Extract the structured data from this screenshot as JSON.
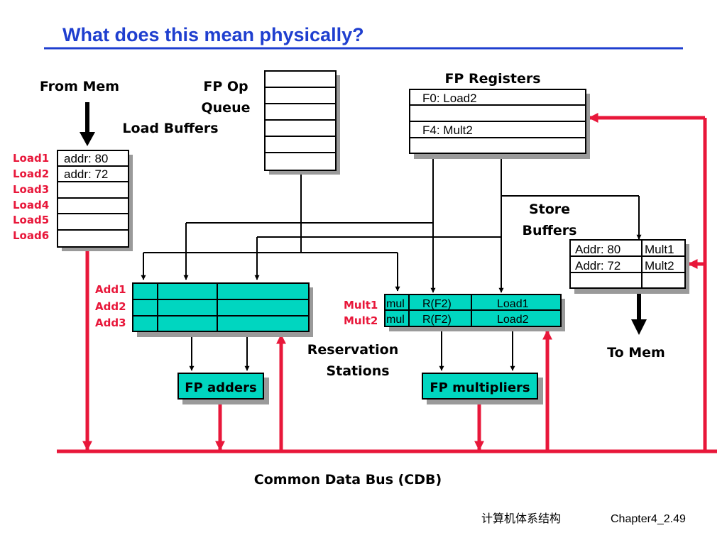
{
  "slide": {
    "title": "What does this mean physically?",
    "footer_course": "计算机体系结构",
    "footer_page": "Chapter4_2.49"
  },
  "labels": {
    "from_mem": "From Mem",
    "fp_op": "FP Op",
    "queue": "Queue",
    "load_buffers": "Load Buffers",
    "fp_registers": "FP Registers",
    "store": "Store",
    "buffers": "Buffers",
    "to_mem": "To Mem",
    "reservation": "Reservation",
    "stations": "Stations",
    "fp_adders": "FP adders",
    "fp_multipliers": "FP multipliers",
    "cdb": "Common Data Bus (CDB)"
  },
  "load_buffers": [
    {
      "name": "Load1",
      "value": "addr: 80"
    },
    {
      "name": "Load2",
      "value": "addr: 72"
    },
    {
      "name": "Load3",
      "value": ""
    },
    {
      "name": "Load4",
      "value": ""
    },
    {
      "name": "Load5",
      "value": ""
    },
    {
      "name": "Load6",
      "value": ""
    }
  ],
  "fp_registers": [
    {
      "value": "F0: Load2"
    },
    {
      "value": ""
    },
    {
      "value": "F4: Mult2"
    },
    {
      "value": ""
    }
  ],
  "store_buffers": [
    {
      "addr": "Addr: 80",
      "src": "Mult1"
    },
    {
      "addr": "Addr: 72",
      "src": "Mult2"
    },
    {
      "addr": "",
      "src": ""
    }
  ],
  "add_stations": [
    {
      "name": "Add1"
    },
    {
      "name": "Add2"
    },
    {
      "name": "Add3"
    }
  ],
  "mult_stations": [
    {
      "name": "Mult1",
      "op": "mul",
      "src1": "R(F2)",
      "src2": "Load1"
    },
    {
      "name": "Mult2",
      "op": "mul",
      "src1": "R(F2)",
      "src2": "Load2"
    }
  ],
  "colors": {
    "title": "#1f3fcf",
    "bus": "#e8173a",
    "station_fill": "#00d6c0",
    "tag_text": "#e8173a",
    "shadow": "#9a9a9a"
  }
}
